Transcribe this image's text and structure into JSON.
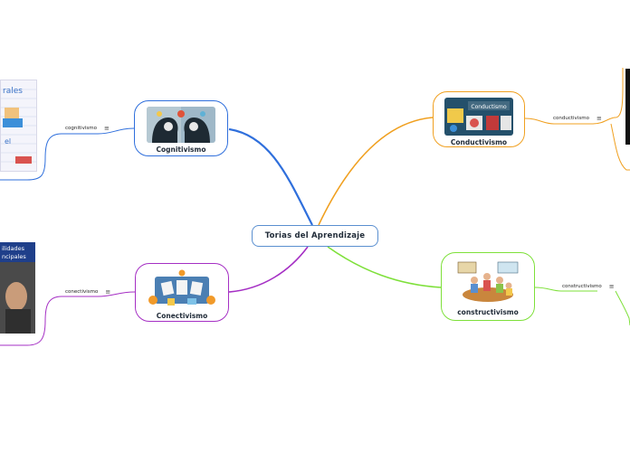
{
  "central": {
    "title": "Torias del Aprendizaje"
  },
  "branches": {
    "cognitivismo": {
      "title": "Cognitivismo",
      "sub": "cognitivismo",
      "color": "#2f6fdc"
    },
    "conductivismo": {
      "title": "Conductivismo",
      "sub": "conductivismo",
      "color": "#f0a020",
      "thumb_text": "Conductismo"
    },
    "conectivismo": {
      "title": "Conectivismo",
      "sub": "conectivismo",
      "color": "#a52fc4"
    },
    "constructivismo": {
      "title": "constructivismo",
      "sub": "constructivismo",
      "color": "#7ee03a"
    }
  },
  "side": {
    "top_left_text1": "rales",
    "top_left_text2": "el",
    "mid_left_text1": "ilidades",
    "mid_left_text2": "ncipales"
  },
  "icons": {
    "menu": "≡"
  }
}
